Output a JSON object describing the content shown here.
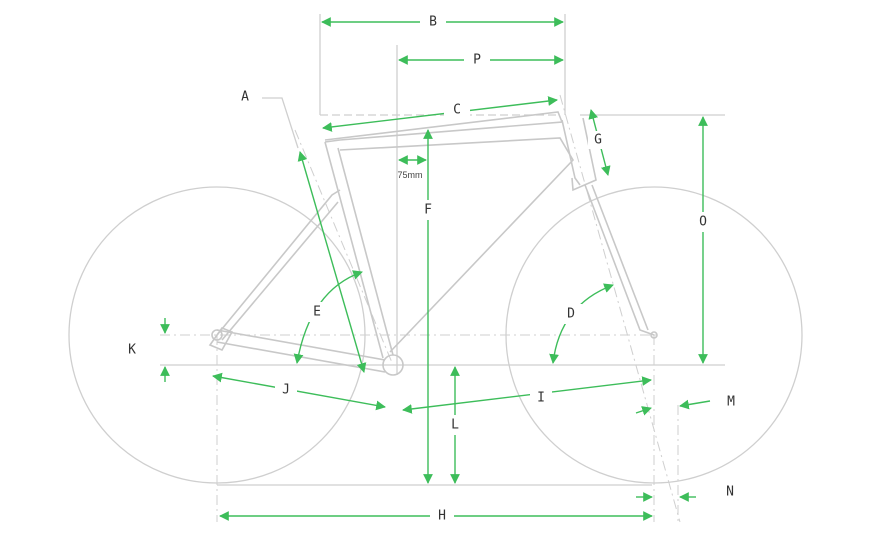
{
  "diagram": {
    "title": "Bike geometry",
    "labels": {
      "A": "A",
      "B": "B",
      "C": "C",
      "D": "D",
      "E": "E",
      "F": "F",
      "G": "G",
      "H": "H",
      "I": "I",
      "J": "J",
      "K": "K",
      "L": "L",
      "M": "M",
      "N": "N",
      "O": "O",
      "P": "P"
    },
    "offset_note": "75mm",
    "colors": {
      "dimension": "#3dbd5a",
      "frame": "#c8c8c8",
      "text": "#333333"
    }
  }
}
